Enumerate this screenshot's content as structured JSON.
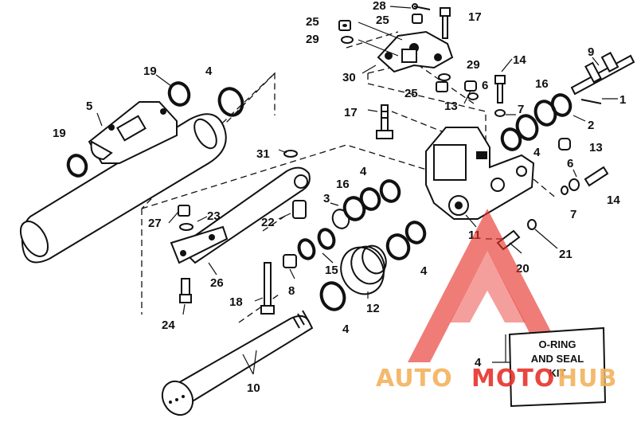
{
  "callouts": [
    "1",
    "2",
    "3",
    "4",
    "5",
    "6",
    "7",
    "8",
    "9",
    "10",
    "11",
    "12",
    "13",
    "14",
    "15",
    "16",
    "17",
    "18",
    "19",
    "20",
    "21",
    "22",
    "23",
    "24",
    "25",
    "26",
    "27",
    "28",
    "29",
    "30",
    "31"
  ],
  "kit": {
    "line1": "O-RING",
    "line2": "AND SEAL",
    "line3": "KIT",
    "ref": "4"
  },
  "watermark": {
    "auto": "AUTO",
    "moto": "MOTO",
    "hub": "HUB"
  },
  "colors": {
    "ink": "#111111",
    "watermark_yellow": "#f3b25b",
    "watermark_red": "#e8312b"
  }
}
